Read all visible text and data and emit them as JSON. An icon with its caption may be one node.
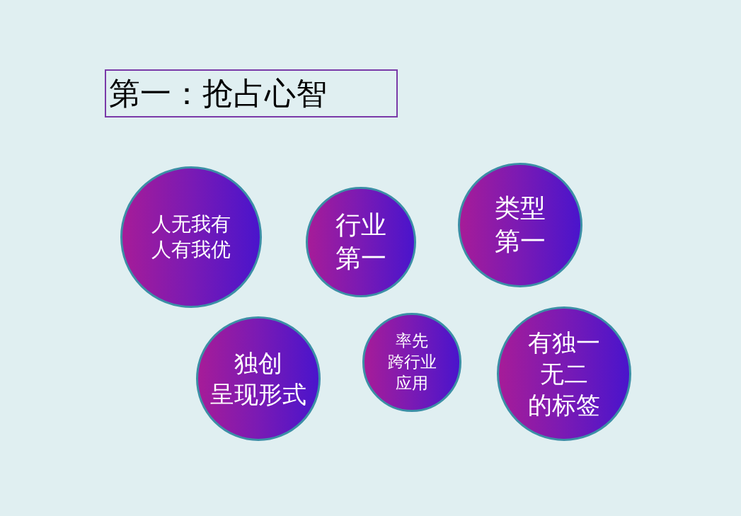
{
  "diagram": {
    "title": "第一：抢占心智",
    "nodes": [
      {
        "text": [
          "人无我有人有我优"
        ]
      },
      {
        "text": [
          "行业第一"
        ]
      },
      {
        "text": [
          "类型第一"
        ]
      },
      {
        "text": [
          "独创呈现形式"
        ]
      },
      {
        "text": [
          "率先跨行业应用"
        ]
      },
      {
        "text": [
          "有独一无二的标签"
        ]
      }
    ]
  }
}
